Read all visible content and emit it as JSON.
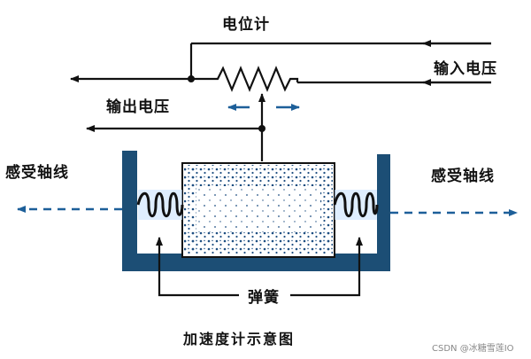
{
  "labels": {
    "potentiometer": "电位计",
    "input_voltage": "输入电压",
    "output_voltage": "输出电压",
    "sensing_axis_left": "感受轴线",
    "sensing_axis_right": "感受轴线",
    "spring": "弹簧",
    "caption": "加速度计示意图"
  },
  "watermark": "CSDN @冰糖雪莲IO",
  "colors": {
    "ink": "#111111",
    "frame": "#1c4e75",
    "dashed_arrow": "#1d5f99",
    "mass_stipple": "#1f4f82",
    "spring_fill": "#c9e3ff",
    "watermark": "#888888"
  }
}
